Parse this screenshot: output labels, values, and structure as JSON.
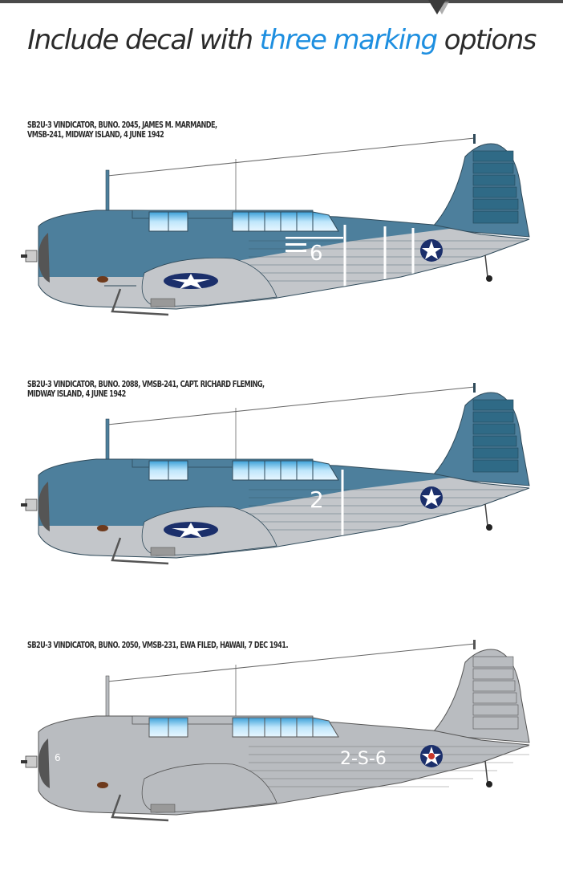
{
  "header": {
    "title_prefix": "Include decal with ",
    "title_accent": "three marking options",
    "accent_color": "#1e8fe0",
    "text_color": "#2b2b2b"
  },
  "options": [
    {
      "caption_line1": "SB2U-3 VINDICATOR, BUNO. 2045, JAMES M. MARMANDE,",
      "caption_line2": "VMSB-241, MIDWAY ISLAND, 4 JUNE 1942",
      "scheme": "blue-gray over light gray",
      "fuselage_number": "6",
      "upper_color": "#4d7f9c",
      "lower_color": "#c3c6ca",
      "insignia": "white star on blue disc"
    },
    {
      "caption_line1": "SB2U-3 VINDICATOR, BUNO. 2088, VMSB-241, CAPT. RICHARD FLEMING,",
      "caption_line2": "MIDWAY ISLAND, 4 JUNE 1942",
      "scheme": "blue-gray over light gray",
      "fuselage_number": "2",
      "upper_color": "#4d7f9c",
      "lower_color": "#c3c6ca",
      "insignia": "white star on blue disc"
    },
    {
      "caption_line1": "SB2U-3 VINDICATOR, BUNO. 2050, VMSB-231, EWA FILED, HAWAII, 7 DEC 1941.",
      "caption_line2": "",
      "scheme": "overall light gray",
      "fuselage_number": "2-S-6",
      "cowl_number": "6",
      "upper_color": "#b9bcc0",
      "lower_color": "#b9bcc0",
      "insignia": "white star with red center on blue disc"
    }
  ]
}
